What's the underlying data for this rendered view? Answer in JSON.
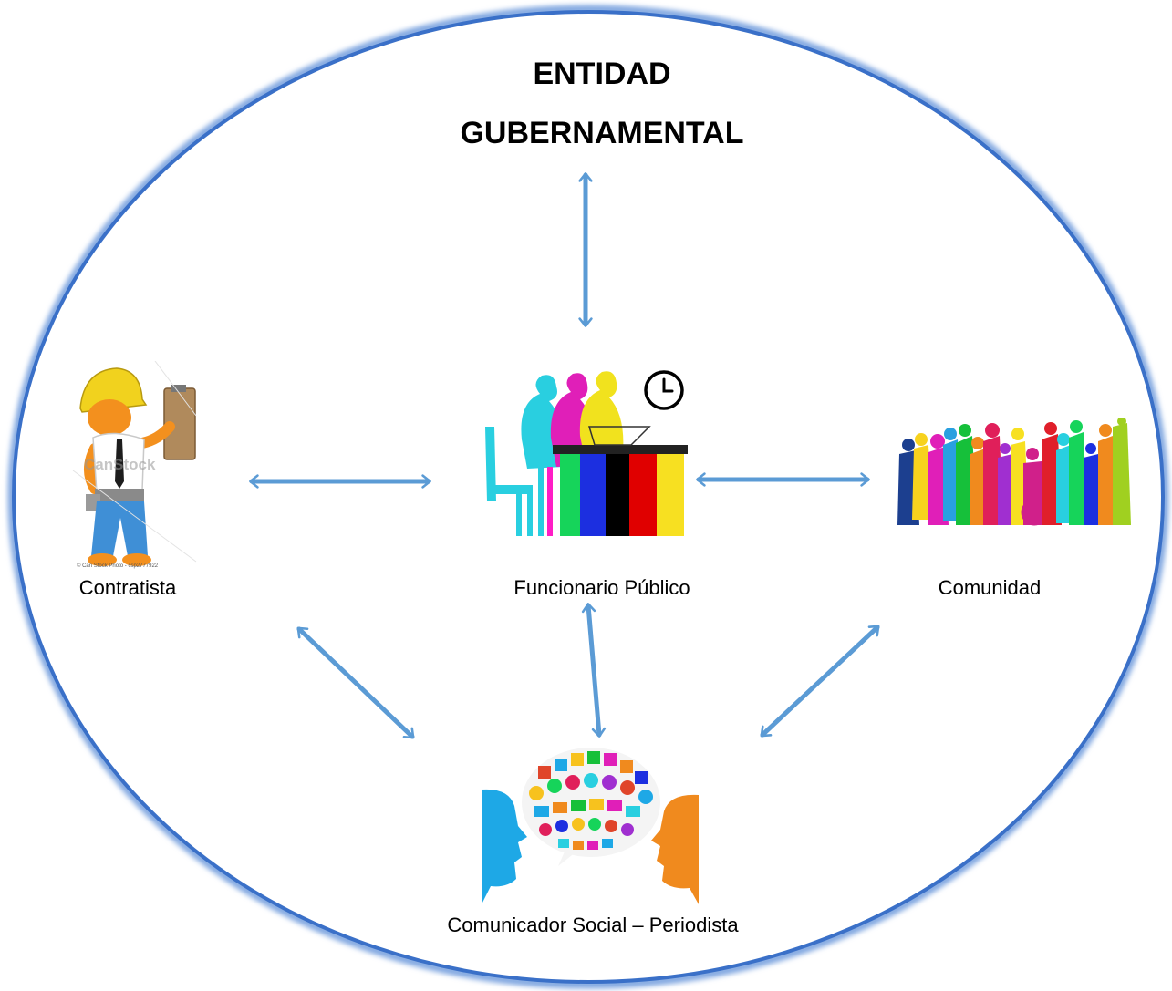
{
  "title": {
    "line1": "ENTIDAD",
    "line2": "GUBERNAMENTAL"
  },
  "nodes": {
    "contratista": {
      "label": "Contratista",
      "icon": "construction-worker-icon"
    },
    "funcionario": {
      "label": "Funcionario Público",
      "icon": "office-workers-desk-icon"
    },
    "comunidad": {
      "label": "Comunidad",
      "icon": "crowd-silhouettes-icon"
    },
    "comunicador": {
      "label": "Comunicador Social – Periodista",
      "icon": "speech-bubble-faces-icon"
    }
  },
  "image_text": {
    "watermark": "CanStock",
    "credit": "© Can Stock Photo - csp2777922"
  },
  "colors": {
    "ellipse_stroke": "#3a70c8",
    "arrow": "#5b9bd5",
    "background": "#ffffff"
  }
}
